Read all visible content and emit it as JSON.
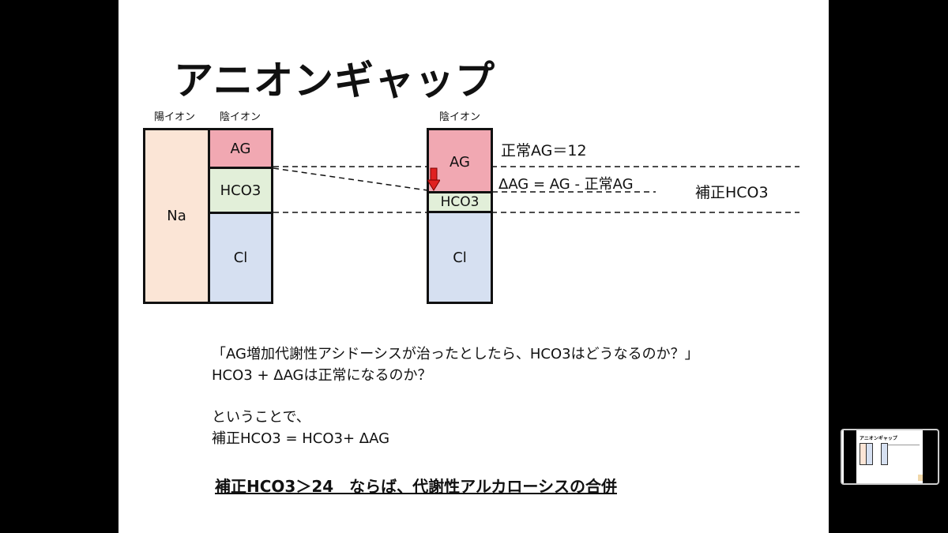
{
  "title": "アニオンギャップ",
  "left": {
    "cation_label": "陽イオン",
    "anion_label": "陰イオン",
    "na": "Na",
    "ag": "AG",
    "hco3": "HCO3",
    "cl": "Cl"
  },
  "right": {
    "anion_label": "陰イオン",
    "ag": "AG",
    "hco3": "HCO3",
    "cl": "Cl",
    "normal_ag": "正常AG＝12",
    "delta_ag": "ΔAG = AG - 正常AG",
    "corrected": "補正HCO3"
  },
  "text": {
    "line1": "「AG増加代謝性アシドーシスが治ったとしたら、HCO3はどうなるのか？」",
    "line2": "HCO3 + ΔAGは正常になるのか？",
    "line3": "ということで、",
    "line4": "補正HCO3 = HCO3+ ΔAG",
    "conclusion": "補正HCO3＞24　ならば、代謝性アルカローシスの合併"
  },
  "thumbnail": {
    "title": "アニオンギャップ"
  }
}
